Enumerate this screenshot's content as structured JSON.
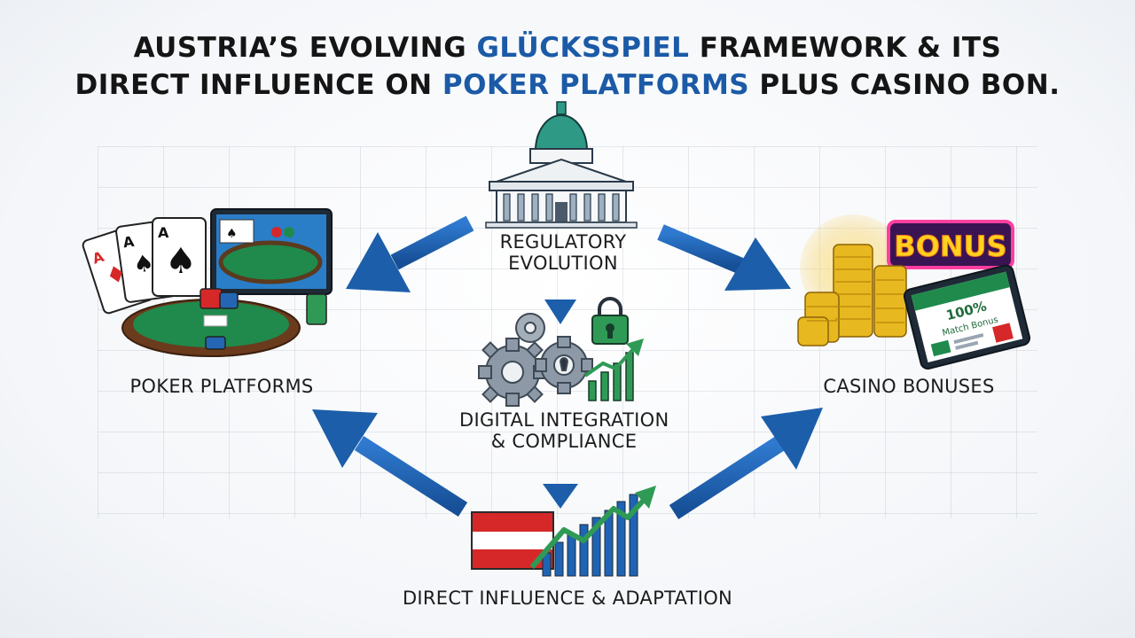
{
  "title": {
    "line1_pre": "AUSTRIA’S EVOLVING ",
    "line1_highlight": "GLÜCKSSPIEL",
    "line1_post": " FRAMEWORK & ITS",
    "line2_pre": "DIRECT INFLUENCE ON ",
    "line2_highlight": "POKER PLATFORMS",
    "line2_post": " PLUS CASINO BON."
  },
  "nodes": {
    "regulatory": {
      "line1": "REGULATORY",
      "line2": "EVOLUTION",
      "icon": "government-building-icon"
    },
    "digital": {
      "line1": "DIGITAL INTEGRATION",
      "line2": "& COMPLIANCE",
      "icon": "gears-lock-chart-icon"
    },
    "poker": {
      "label": "POKER PLATFORMS",
      "icon": "poker-table-cards-icon"
    },
    "casino": {
      "label": "CASINO BONUSES",
      "icon": "coins-bonus-tablet-icon",
      "sign_text": "BONUS",
      "tablet_text_1": "100%",
      "tablet_text_2": "Match Bonus"
    },
    "direct": {
      "label": "DIRECT INFLUENCE & ADAPTATION",
      "icon": "austria-flag-growth-chart-icon"
    }
  },
  "colors": {
    "highlight": "#1b5aa6",
    "arrow": "#1f64b4",
    "felt": "#1f8a4c",
    "dome": "#2e9a86",
    "flag_red": "#d62828",
    "gold": "#e8b820",
    "neon": "#ffd21f"
  }
}
